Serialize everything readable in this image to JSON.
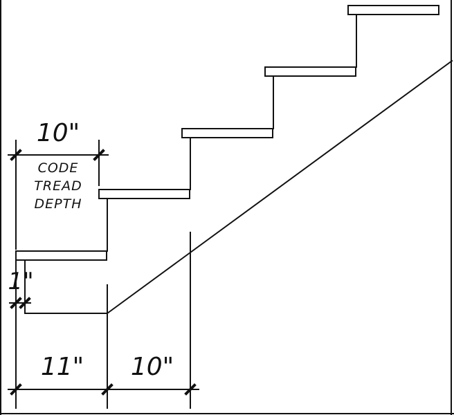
{
  "drawing": {
    "top_tread_dimension": "10\"",
    "nosing_dimension": "1\"",
    "bottom_left_dimension": "11\"",
    "bottom_right_dimension": "10\"",
    "note_lines": [
      "CODE",
      "TREAD",
      "DEPTH"
    ]
  },
  "colors": {
    "line": "#111111",
    "background": "#ffffff"
  }
}
